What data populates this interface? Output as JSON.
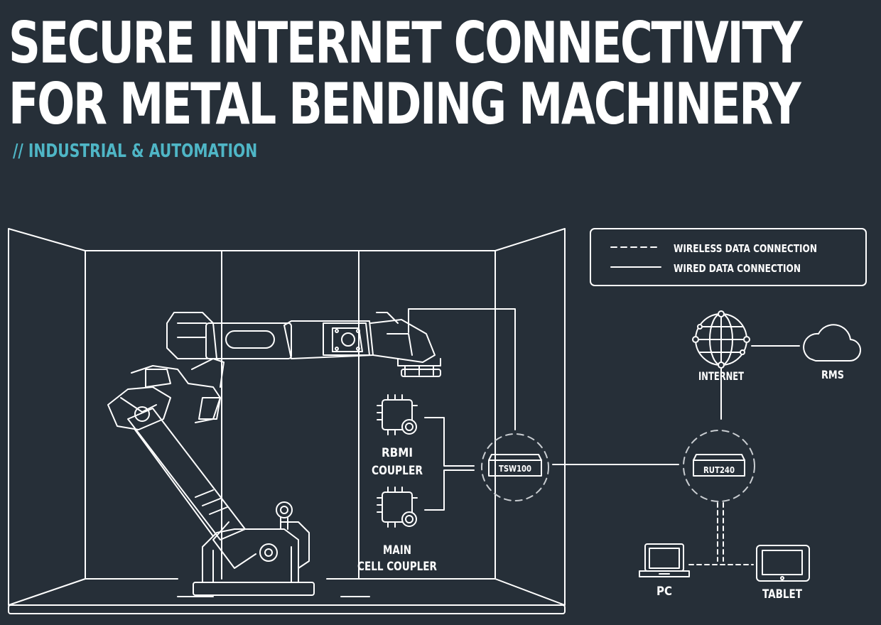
{
  "title": {
    "line1": "SECURE INTERNET CONNECTIVITY",
    "line2": "FOR METAL BENDING MACHINERY"
  },
  "subtitle": "// INDUSTRIAL & AUTOMATION",
  "legend": {
    "wireless": "WIRELESS DATA CONNECTION",
    "wired": "WIRED DATA CONNECTION"
  },
  "nodes": {
    "internet": "INTERNET",
    "rms": "RMS",
    "rbmi_line1": "RBMI",
    "rbmi_line2": "COUPLER",
    "main_line1": "MAIN",
    "main_line2": "CELL COUPLER",
    "tsw100": "TSW100",
    "rut240": "RUT240",
    "pc": "PC",
    "tablet": "TABLET"
  },
  "colors": {
    "background": "#262f38",
    "line": "#ffffff",
    "accent": "#4fb6c6",
    "dashed_ring": "#c9cdd1"
  }
}
